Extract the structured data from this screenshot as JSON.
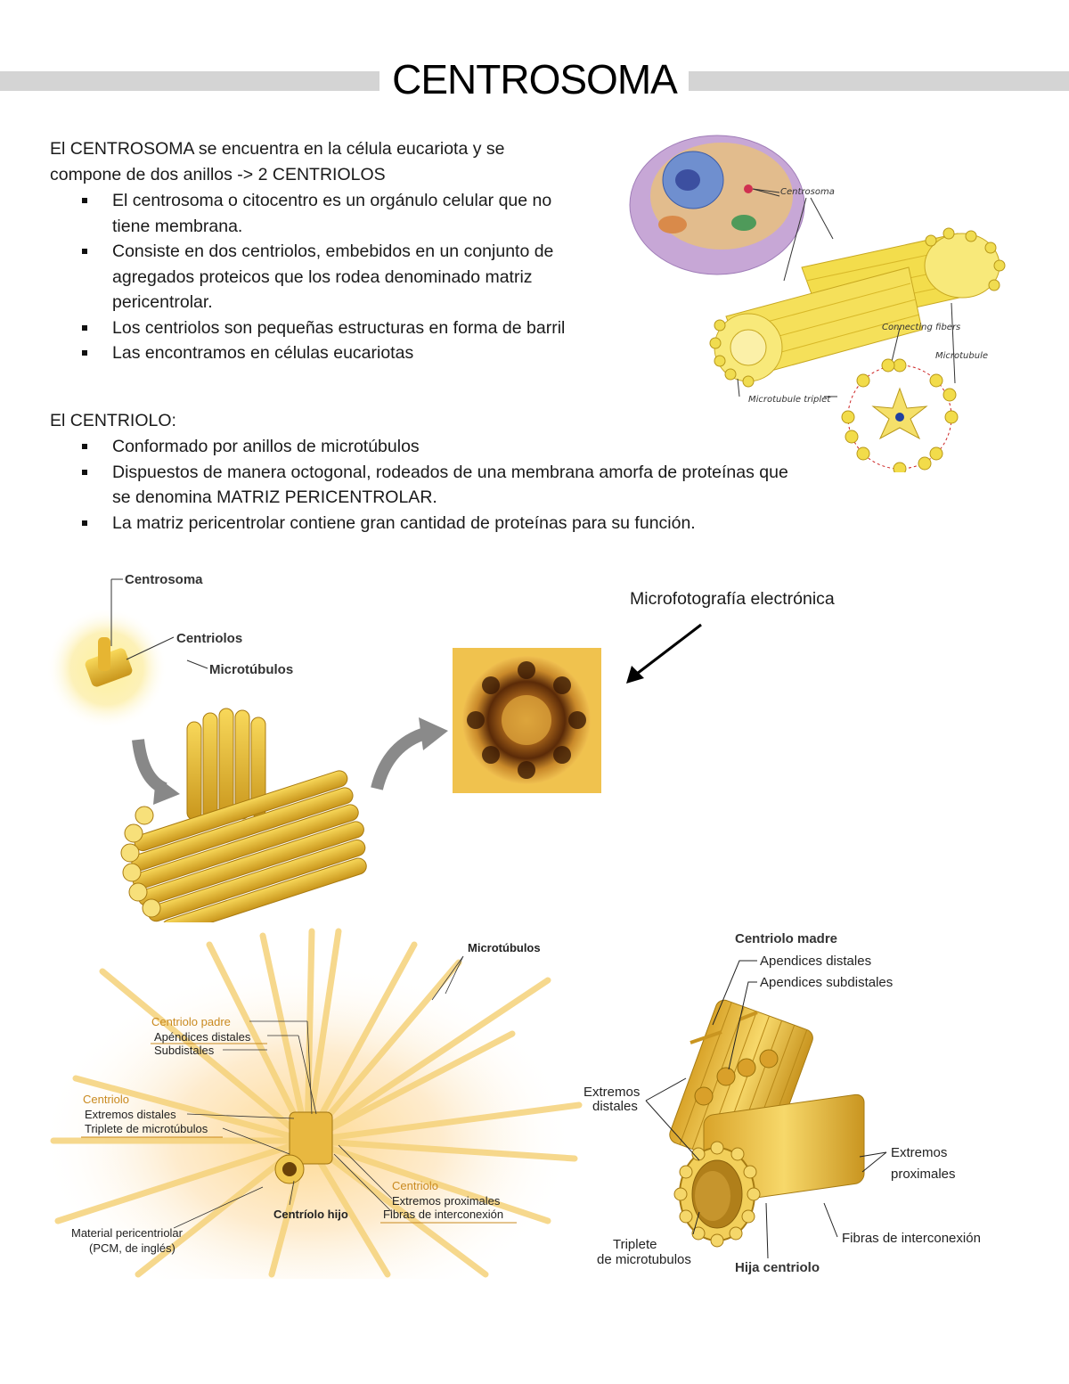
{
  "title": "CENTROSOMA",
  "intro": {
    "line1": "El CENTROSOMA se encuentra en la célula eucariota y se",
    "line2": "compone de dos anillos -> 2 CENTRIOLOS",
    "bullets": [
      "El centrosoma o citocentro es un orgánulo celular que no tiene membrana.",
      "Consiste en dos centriolos, embebidos en un conjunto de agregados proteicos que los rodea denominado matriz pericentrolar.",
      "Los centriolos son pequeñas estructuras en forma de barril",
      "Las encontramos en células eucariotas"
    ]
  },
  "centriolo": {
    "heading": "El CENTRIOLO:",
    "bullets": [
      "Conformado por anillos de microtúbulos",
      "Dispuestos de manera octogonal, rodeados de una membrana amorfa de proteínas que se denomina MATRIZ PERICENTROLAR.",
      "La matriz pericentrolar contiene gran cantidad de proteínas para su función."
    ]
  },
  "fig_cell": {
    "centrosome": "Centrosoma",
    "connecting": "Connecting fibers",
    "microtubule": "Microtubule",
    "triplet": "Microtubule triplet"
  },
  "fig_3d": {
    "centrosoma": "Centrosoma",
    "centriolos": "Centriolos",
    "microtubulos": "Microtúbulos"
  },
  "micro_caption": "Microfotografía electrónica",
  "fig_pcm": {
    "microtubulos": "Microtúbulos",
    "madre": "Centriolo padre",
    "apend": "Apéndices distales",
    "subd": "Subdistales",
    "centriolo1": "Centriolo",
    "extdist": "Extremos distales",
    "triplete": "Triplete de microtúbulos",
    "centriolo2": "Centriolo",
    "extprox": "Extremos proximales",
    "fibras": "Fibras de interconexión",
    "hijo": "Centríolo hijo",
    "pcm1": "Material pericentriolar",
    "pcm2": "(PCM, de inglés)"
  },
  "fig_madre": {
    "title": "Centriolo madre",
    "apdist": "Apendices distales",
    "apsub": "Apendices subdistales",
    "extdist1": "Extremos",
    "extdist2": "distales",
    "extprox1": "Extremos",
    "extprox2": "proximales",
    "fibras": "Fibras de interconexión",
    "trip1": "Triplete",
    "trip2": "de microtubulos",
    "hija": "Hija centriolo"
  }
}
